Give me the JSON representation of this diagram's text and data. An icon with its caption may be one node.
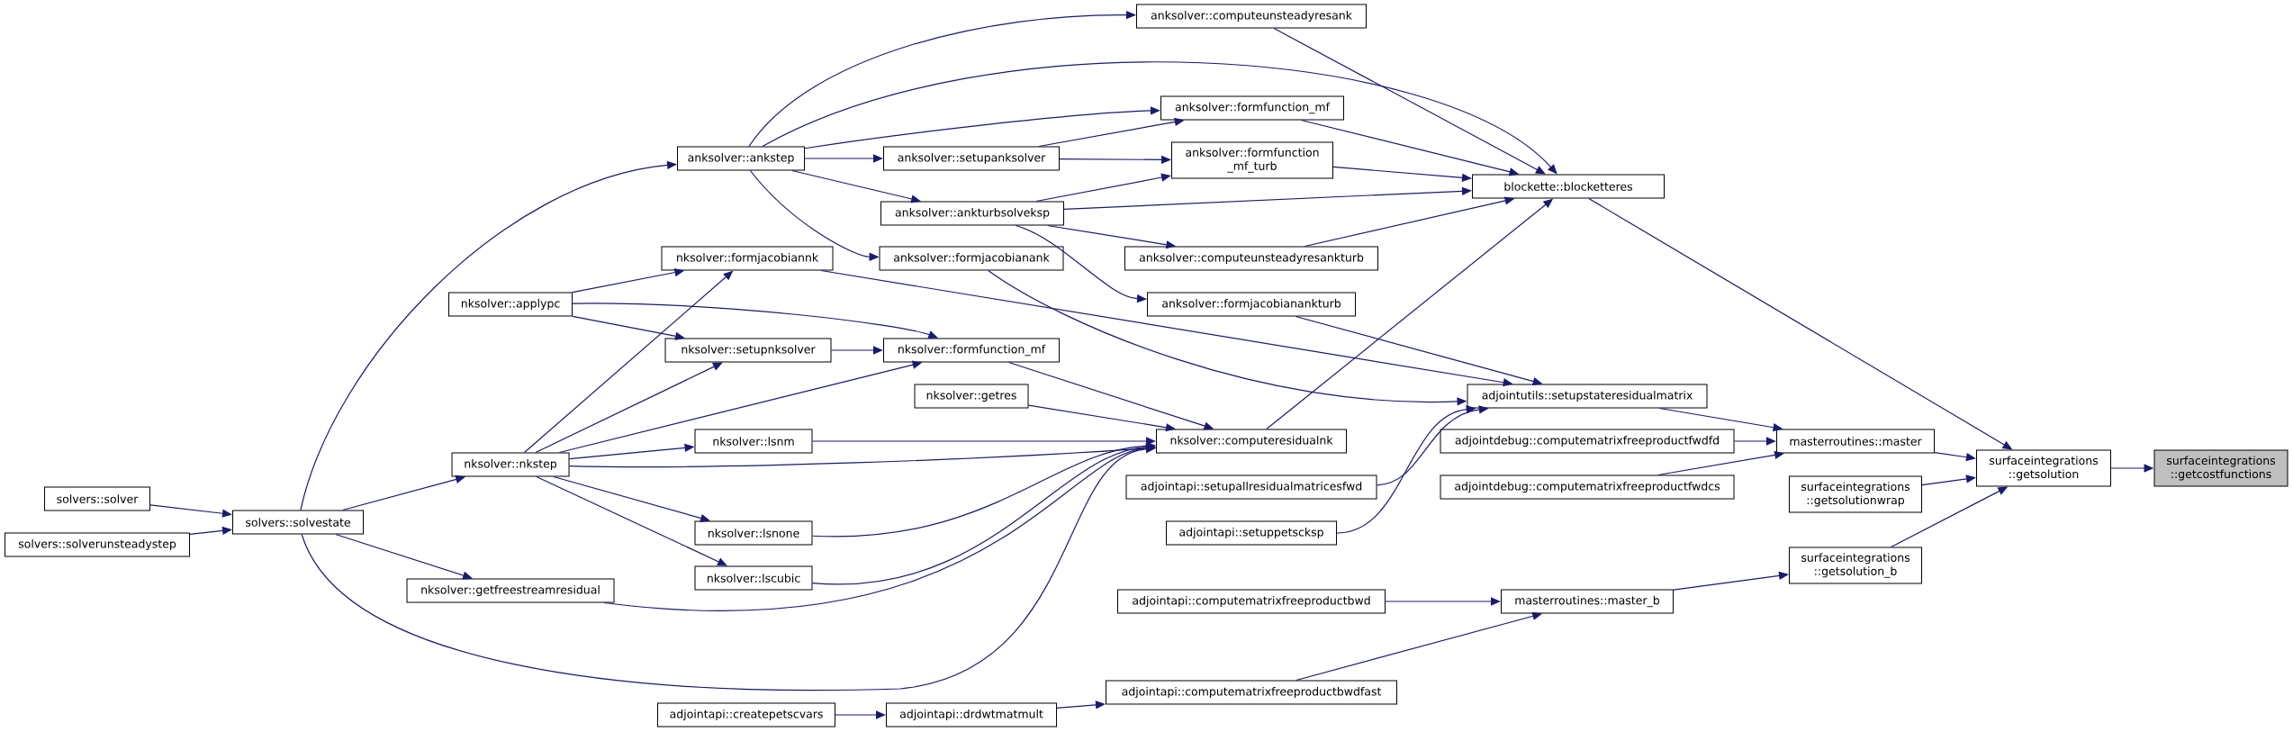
{
  "diagram": {
    "nodes": [
      {
        "text": [
          "solvers::solver"
        ]
      },
      {
        "text": [
          "solvers::solverunsteadystep"
        ]
      },
      {
        "text": [
          "solvers::solvestate"
        ]
      },
      {
        "text": [
          "anksolver::ankstep"
        ]
      },
      {
        "text": [
          "nksolver::formjacobiannk"
        ]
      },
      {
        "text": [
          "nksolver::applypc"
        ]
      },
      {
        "text": [
          "nksolver::setupnksolver"
        ]
      },
      {
        "text": [
          "nksolver::nkstep"
        ]
      },
      {
        "text": [
          "nksolver::lsnm"
        ]
      },
      {
        "text": [
          "nksolver::lsnone"
        ]
      },
      {
        "text": [
          "nksolver::lscubic"
        ]
      },
      {
        "text": [
          "nksolver::getfreestreamresidual"
        ]
      },
      {
        "text": [
          "adjointapi::createpetscvars"
        ]
      },
      {
        "text": [
          "anksolver::setupanksolver"
        ]
      },
      {
        "text": [
          "anksolver::ankturbsolveksp"
        ]
      },
      {
        "text": [
          "anksolver::formjacobianank"
        ]
      },
      {
        "text": [
          "nksolver::formfunction_mf"
        ]
      },
      {
        "text": [
          "nksolver::getres"
        ]
      },
      {
        "text": [
          "adjointapi::drdwtmatmult"
        ]
      },
      {
        "text": [
          "anksolver::computeunsteadyresank"
        ]
      },
      {
        "text": [
          "anksolver::formfunction_mf"
        ]
      },
      {
        "text": [
          "anksolver::formfunction _mf_turb"
        ]
      },
      {
        "text": [
          "anksolver::computeunsteadyresankturb"
        ]
      },
      {
        "text": [
          "anksolver::formjacobianankturb"
        ]
      },
      {
        "text": [
          "nksolver::computeresidualnk"
        ]
      },
      {
        "text": [
          "adjointapi::setupallresidualmatricesfwd"
        ]
      },
      {
        "text": [
          "adjointapi::setuppetscksp"
        ]
      },
      {
        "text": [
          "adjointapi::computematrixfreeproductbwd"
        ]
      },
      {
        "text": [
          "adjointapi::computematrixfreeproductbwdfast"
        ]
      },
      {
        "text": [
          "blockette::blocketteres"
        ]
      },
      {
        "text": [
          "adjointutils::setupstateresidualmatrix"
        ]
      },
      {
        "text": [
          "adjointdebug::computematrixfreeproductfwdfd"
        ]
      },
      {
        "text": [
          "adjointdebug::computematrixfreeproductfwdcs"
        ]
      },
      {
        "text": [
          "masterroutines::master_b"
        ]
      },
      {
        "text": [
          "masterroutines::master"
        ]
      },
      {
        "text": [
          "surfaceintegrations ::getsolutionwrap"
        ]
      },
      {
        "text": [
          "surfaceintegrations ::getsolution_b"
        ]
      },
      {
        "text": [
          "surfaceintegrations ::getsolution"
        ]
      },
      {
        "text": [
          "surfaceintegrations ::getcostfunctions"
        ]
      }
    ],
    "edges": [
      {
        "from": 0,
        "to": 2,
        "arrow": "to"
      },
      {
        "from": 1,
        "to": 2,
        "arrow": "to"
      },
      {
        "from": 2,
        "to": 3,
        "arrow": "to"
      },
      {
        "from": 2,
        "to": 7,
        "arrow": "to"
      },
      {
        "from": 2,
        "to": 11,
        "arrow": "to"
      },
      {
        "from": 2,
        "to": 24,
        "arrow": "to"
      },
      {
        "from": 3,
        "to": 19,
        "arrow": "to"
      },
      {
        "from": 3,
        "to": 29,
        "arrow": "to"
      },
      {
        "from": 3,
        "to": 20,
        "arrow": "to"
      },
      {
        "from": 3,
        "to": 13,
        "arrow": "to"
      },
      {
        "from": 3,
        "to": 14,
        "arrow": "to"
      },
      {
        "from": 3,
        "to": 15,
        "arrow": "to"
      },
      {
        "from": 13,
        "to": 20,
        "arrow": "to"
      },
      {
        "from": 13,
        "to": 21,
        "arrow": "to"
      },
      {
        "from": 14,
        "to": 21,
        "arrow": "to"
      },
      {
        "from": 14,
        "to": 29,
        "arrow": "to"
      },
      {
        "from": 14,
        "to": 22,
        "arrow": "to"
      },
      {
        "from": 14,
        "to": 23,
        "arrow": "to"
      },
      {
        "from": 5,
        "to": 4,
        "arrow": "to"
      },
      {
        "from": 5,
        "to": 6,
        "arrow": "to"
      },
      {
        "from": 5,
        "to": 16,
        "arrow": "to"
      },
      {
        "from": 7,
        "to": 4,
        "arrow": "to"
      },
      {
        "from": 7,
        "to": 6,
        "arrow": "to"
      },
      {
        "from": 7,
        "to": 16,
        "arrow": "to"
      },
      {
        "from": 6,
        "to": 16,
        "arrow": "to"
      },
      {
        "from": 7,
        "to": 8,
        "arrow": "to"
      },
      {
        "from": 7,
        "to": 24,
        "arrow": "to"
      },
      {
        "from": 7,
        "to": 9,
        "arrow": "to"
      },
      {
        "from": 7,
        "to": 10,
        "arrow": "to"
      },
      {
        "from": 8,
        "to": 24,
        "arrow": "to"
      },
      {
        "from": 9,
        "to": 24,
        "arrow": "to"
      },
      {
        "from": 10,
        "to": 24,
        "arrow": "to"
      },
      {
        "from": 11,
        "to": 24,
        "arrow": "to"
      },
      {
        "from": 16,
        "to": 24,
        "arrow": "to"
      },
      {
        "from": 17,
        "to": 24,
        "arrow": "to"
      },
      {
        "from": 4,
        "to": 30,
        "arrow": "to"
      },
      {
        "from": 15,
        "to": 30,
        "arrow": "to"
      },
      {
        "from": 23,
        "to": 30,
        "arrow": "to"
      },
      {
        "from": 24,
        "to": 29,
        "arrow": "to"
      },
      {
        "from": 25,
        "to": 30,
        "arrow": "to"
      },
      {
        "from": 26,
        "to": 30,
        "arrow": "to"
      },
      {
        "from": 19,
        "to": 29,
        "arrow": "to"
      },
      {
        "from": 20,
        "to": 29,
        "arrow": "to"
      },
      {
        "from": 21,
        "to": 29,
        "arrow": "to"
      },
      {
        "from": 22,
        "to": 29,
        "arrow": "to"
      },
      {
        "from": 29,
        "to": 37,
        "arrow": "to"
      },
      {
        "from": 30,
        "to": 34,
        "arrow": "to"
      },
      {
        "from": 31,
        "to": 34,
        "arrow": "to"
      },
      {
        "from": 32,
        "to": 34,
        "arrow": "to"
      },
      {
        "from": 34,
        "to": 37,
        "arrow": "to"
      },
      {
        "from": 35,
        "to": 37,
        "arrow": "to"
      },
      {
        "from": 36,
        "to": 37,
        "arrow": "to"
      },
      {
        "from": 37,
        "to": 38,
        "arrow": "to"
      },
      {
        "from": 27,
        "to": 33,
        "arrow": "to"
      },
      {
        "from": 28,
        "to": 33,
        "arrow": "to"
      },
      {
        "from": 33,
        "to": 36,
        "arrow": "to"
      },
      {
        "from": 12,
        "to": 18,
        "arrow": "to"
      },
      {
        "from": 18,
        "to": 28,
        "arrow": "to"
      }
    ]
  }
}
